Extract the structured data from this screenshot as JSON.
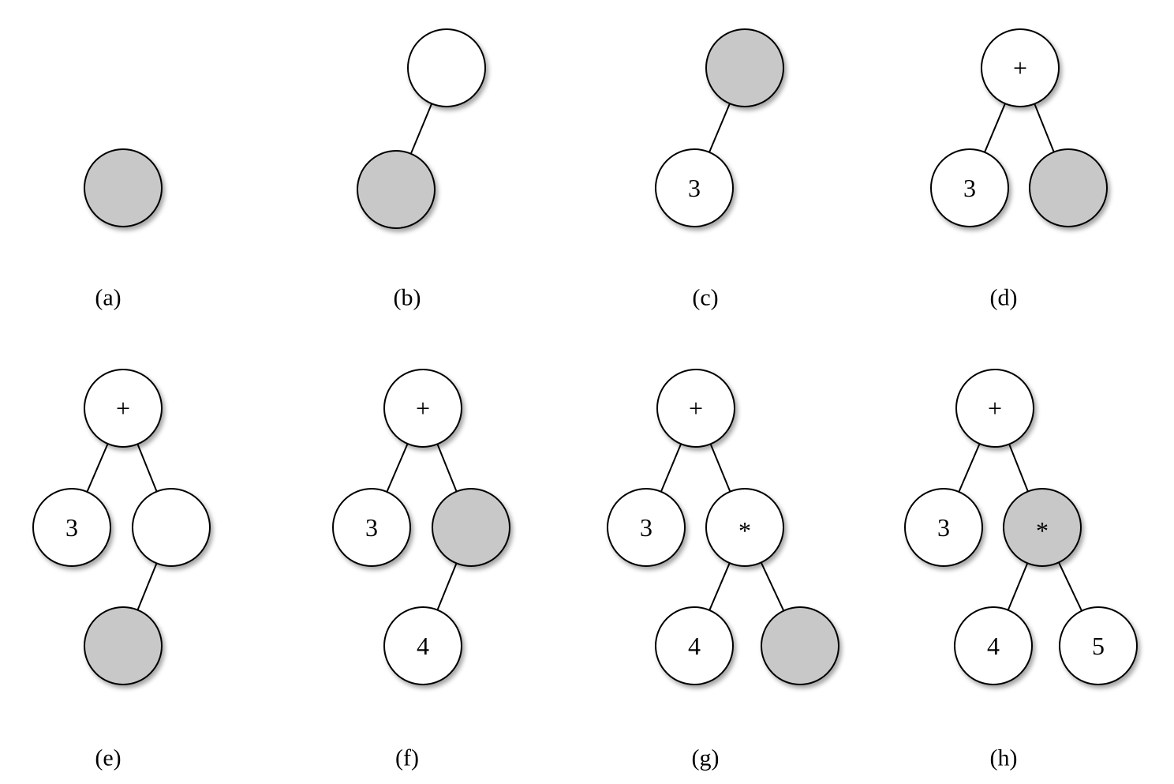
{
  "colors": {
    "current_node_fill": "#c8c8c8",
    "node_fill": "#ffffff",
    "stroke": "#000000"
  },
  "panels": [
    {
      "id": "a",
      "caption": "(a)",
      "nodes": [
        {
          "id": "n1",
          "label": "",
          "current": true
        }
      ],
      "edges": []
    },
    {
      "id": "b",
      "caption": "(b)",
      "nodes": [
        {
          "id": "n1",
          "label": "",
          "current": false
        },
        {
          "id": "n2",
          "label": "",
          "current": true
        }
      ],
      "edges": [
        [
          "n1",
          "n2"
        ]
      ]
    },
    {
      "id": "c",
      "caption": "(c)",
      "nodes": [
        {
          "id": "n1",
          "label": "",
          "current": true
        },
        {
          "id": "n2",
          "label": "3",
          "current": false
        }
      ],
      "edges": [
        [
          "n1",
          "n2"
        ]
      ]
    },
    {
      "id": "d",
      "caption": "(d)",
      "nodes": [
        {
          "id": "n1",
          "label": "+",
          "current": false
        },
        {
          "id": "n2",
          "label": "3",
          "current": false
        },
        {
          "id": "n3",
          "label": "",
          "current": true
        }
      ],
      "edges": [
        [
          "n1",
          "n2"
        ],
        [
          "n1",
          "n3"
        ]
      ]
    },
    {
      "id": "e",
      "caption": "(e)",
      "nodes": [
        {
          "id": "n1",
          "label": "+",
          "current": false
        },
        {
          "id": "n2",
          "label": "3",
          "current": false
        },
        {
          "id": "n3",
          "label": "",
          "current": false
        },
        {
          "id": "n4",
          "label": "",
          "current": true
        }
      ],
      "edges": [
        [
          "n1",
          "n2"
        ],
        [
          "n1",
          "n3"
        ],
        [
          "n3",
          "n4"
        ]
      ]
    },
    {
      "id": "f",
      "caption": "(f)",
      "nodes": [
        {
          "id": "n1",
          "label": "+",
          "current": false
        },
        {
          "id": "n2",
          "label": "3",
          "current": false
        },
        {
          "id": "n3",
          "label": "",
          "current": true
        },
        {
          "id": "n4",
          "label": "4",
          "current": false
        }
      ],
      "edges": [
        [
          "n1",
          "n2"
        ],
        [
          "n1",
          "n3"
        ],
        [
          "n3",
          "n4"
        ]
      ]
    },
    {
      "id": "g",
      "caption": "(g)",
      "nodes": [
        {
          "id": "n1",
          "label": "+",
          "current": false
        },
        {
          "id": "n2",
          "label": "3",
          "current": false
        },
        {
          "id": "n3",
          "label": "*",
          "current": false
        },
        {
          "id": "n4",
          "label": "4",
          "current": false
        },
        {
          "id": "n5",
          "label": "",
          "current": true
        }
      ],
      "edges": [
        [
          "n1",
          "n2"
        ],
        [
          "n1",
          "n3"
        ],
        [
          "n3",
          "n4"
        ],
        [
          "n3",
          "n5"
        ]
      ]
    },
    {
      "id": "h",
      "caption": "(h)",
      "nodes": [
        {
          "id": "n1",
          "label": "+",
          "current": false
        },
        {
          "id": "n2",
          "label": "3",
          "current": false
        },
        {
          "id": "n3",
          "label": "*",
          "current": true
        },
        {
          "id": "n4",
          "label": "4",
          "current": false
        },
        {
          "id": "n5",
          "label": "5",
          "current": false
        }
      ],
      "edges": [
        [
          "n1",
          "n2"
        ],
        [
          "n1",
          "n3"
        ],
        [
          "n3",
          "n4"
        ],
        [
          "n3",
          "n5"
        ]
      ]
    }
  ]
}
